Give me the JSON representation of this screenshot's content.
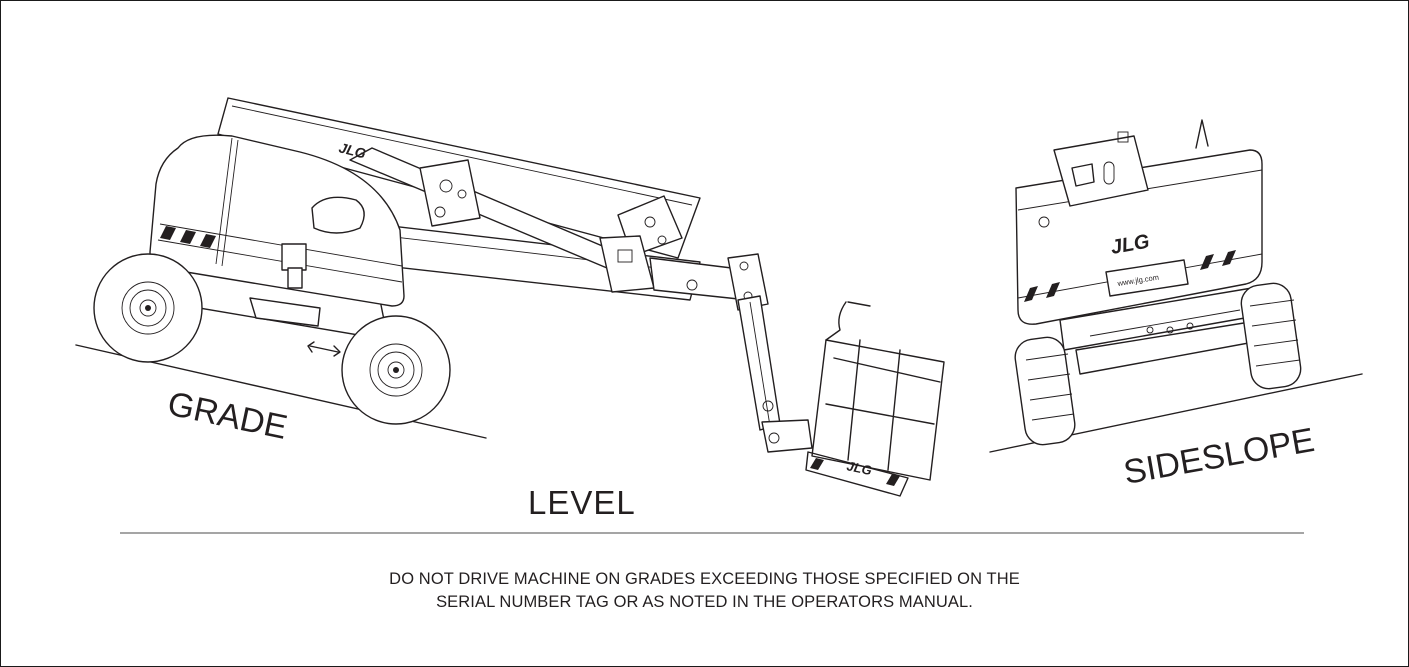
{
  "labels": {
    "grade": "GRADE",
    "level": "LEVEL",
    "sideslope": "SIDESLOPE"
  },
  "logo_text": "JLG",
  "web_text": "www.jlg.com",
  "warning": {
    "line1": "DO NOT DRIVE MACHINE ON GRADES EXCEEDING THOSE SPECIFIED ON THE",
    "line2": "SERIAL NUMBER TAG OR AS NOTED IN THE OPERATORS MANUAL."
  },
  "colors": {
    "ink": "#231f20",
    "background": "#ffffff"
  }
}
